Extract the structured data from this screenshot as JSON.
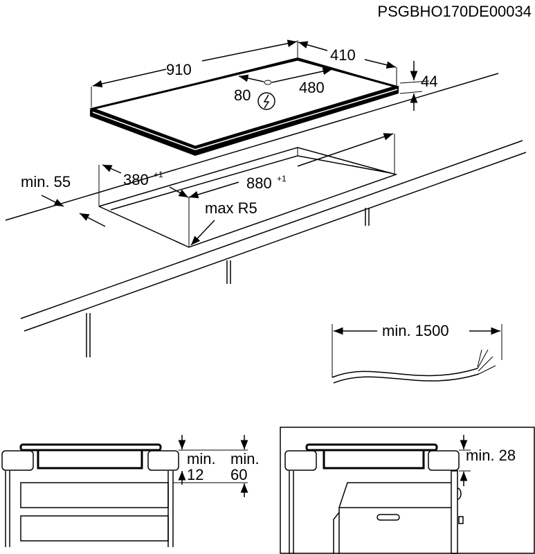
{
  "drawing_code": "PSGBHO170DE00034",
  "hob": {
    "width": "910",
    "depth": "410",
    "height": "44",
    "connection_offset_side": "80",
    "connection_offset_depth": "480"
  },
  "cutout": {
    "depth": "380",
    "depth_tol": "+1",
    "width": "880",
    "width_tol": "+1",
    "corner_radius": "max R5",
    "front_distance": "min. 55"
  },
  "cable": {
    "length": "min. 1500"
  },
  "section_left": {
    "gap_label1": "min.",
    "gap_value1": "12",
    "gap_label2": "min.",
    "gap_value2": "60"
  },
  "section_right": {
    "gap": "min. 28"
  },
  "icons": {
    "power": "electric-connection-icon"
  }
}
